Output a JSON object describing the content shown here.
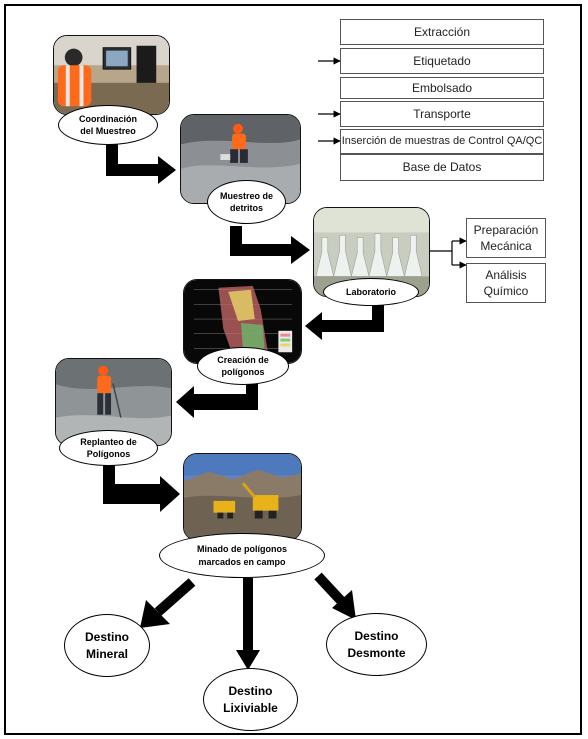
{
  "process_steps": [
    "Extracción",
    "Etiquetado",
    "Embolsado",
    "Transporte",
    "Inserción de muestras de Control QA/QC",
    "Base de Datos"
  ],
  "lab_outputs": [
    "Preparación\nMecánica",
    "Análisis\nQuímico"
  ],
  "stages": {
    "coordinacion": "Coordinación\ndel Muestreo",
    "muestreo": "Muestreo de\ndetritos",
    "laboratorio": "Laboratorio",
    "creacion": "Creación de\npolígonos",
    "replanteo": "Replanteo de\nPolígonos",
    "minado": "Minado de  polígonos\nmarcados en campo"
  },
  "destinations": {
    "mineral": "Destino\nMineral",
    "lixiviable": "Destino\nLixiviable",
    "desmonte": "Destino\nDesmonte"
  }
}
